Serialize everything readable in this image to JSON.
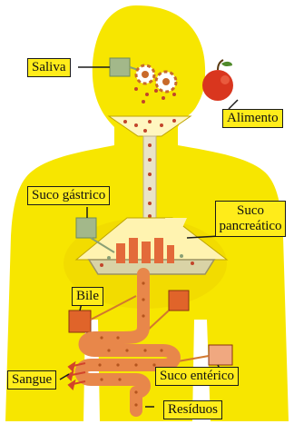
{
  "labels": {
    "saliva": "Saliva",
    "alimento": "Alimento",
    "suco_gastrico": "Suco gástrico",
    "suco_pancreatico_line1": "Suco",
    "suco_pancreatico_line2": "pancreático",
    "bile": "Bile",
    "sangue": "Sangue",
    "suco_enterico": "Suco entérico",
    "residuos": "Resíduos"
  },
  "colors": {
    "body": "#f7e600",
    "label_fill": "#ffec1a",
    "gland_green": "#a3b88a",
    "gland_orange": "#e0642a",
    "intestine": "#e8874a",
    "apple": "#d9361e"
  }
}
